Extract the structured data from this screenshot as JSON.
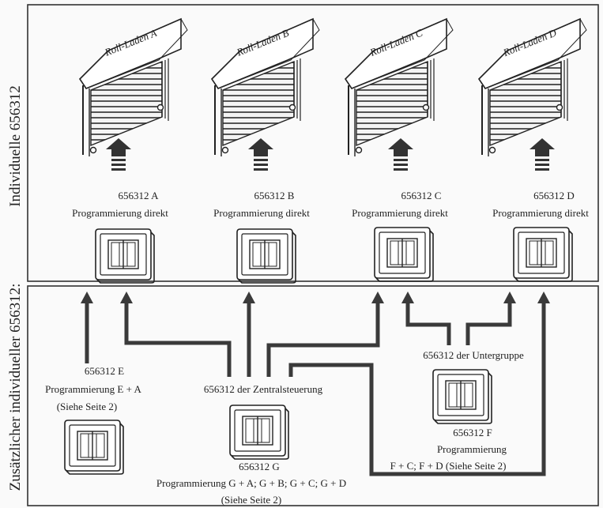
{
  "side_labels": {
    "top": "Individuelle 656312",
    "bottom": "Zusätzlicher individueller 656312:"
  },
  "shutters": [
    {
      "name": "Roll-Laden A",
      "code": "656312 A",
      "mode": "Programmierung direkt"
    },
    {
      "name": "Roll-Laden B",
      "code": "656312 B",
      "mode": "Programmierung direkt"
    },
    {
      "name": "Roll-Laden C",
      "code": "656312 C",
      "mode": "Programmierung direkt"
    },
    {
      "name": "Roll-Laden D",
      "code": "656312 D",
      "mode": "Programmierung direkt"
    }
  ],
  "switch_e": {
    "code": "656312 E",
    "prog": "Programmierung E + A",
    "note": "(Siehe Seite 2)"
  },
  "switch_g": {
    "title": "656312 der Zentralsteuerung",
    "code": "656312 G",
    "prog": "Programmierung G +   A; G + B; G + C; G + D",
    "note": "(Siehe Seite 2)"
  },
  "switch_f": {
    "title": "656312 der Untergruppe",
    "code": "656312 F",
    "prog": "Programmierung",
    "detail": "F + C; F + D (Siehe Seite 2)"
  }
}
